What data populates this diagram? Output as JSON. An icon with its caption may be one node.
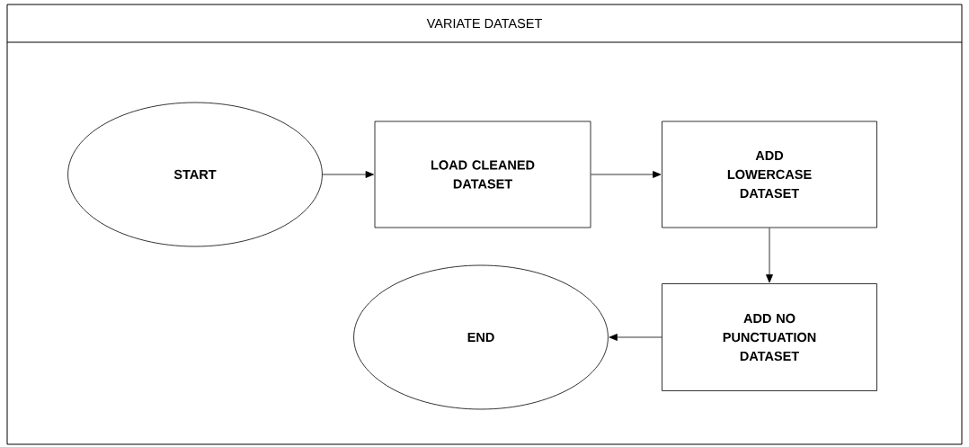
{
  "diagram": {
    "nodes": [
      {
        "text": [
          "VARIATE DATASET"
        ]
      },
      {
        "text": [
          "START"
        ],
        "in": 0
      },
      {
        "text": [
          "LOAD CLEANED DATASET"
        ],
        "in": 0
      },
      {
        "text": [
          "ADD LOWERCASE DATASET"
        ],
        "in": 0
      },
      {
        "text": [
          "ADD NO PUNCTUATION DATASET"
        ],
        "in": 0
      },
      {
        "text": [
          "END"
        ],
        "in": 0
      }
    ],
    "edges": [
      {
        "from": 1,
        "to": 2,
        "arrow": "to"
      },
      {
        "from": 2,
        "to": 3,
        "arrow": "to"
      },
      {
        "from": 3,
        "to": 4,
        "arrow": "to"
      },
      {
        "from": 4,
        "to": 5,
        "arrow": "to"
      }
    ]
  }
}
